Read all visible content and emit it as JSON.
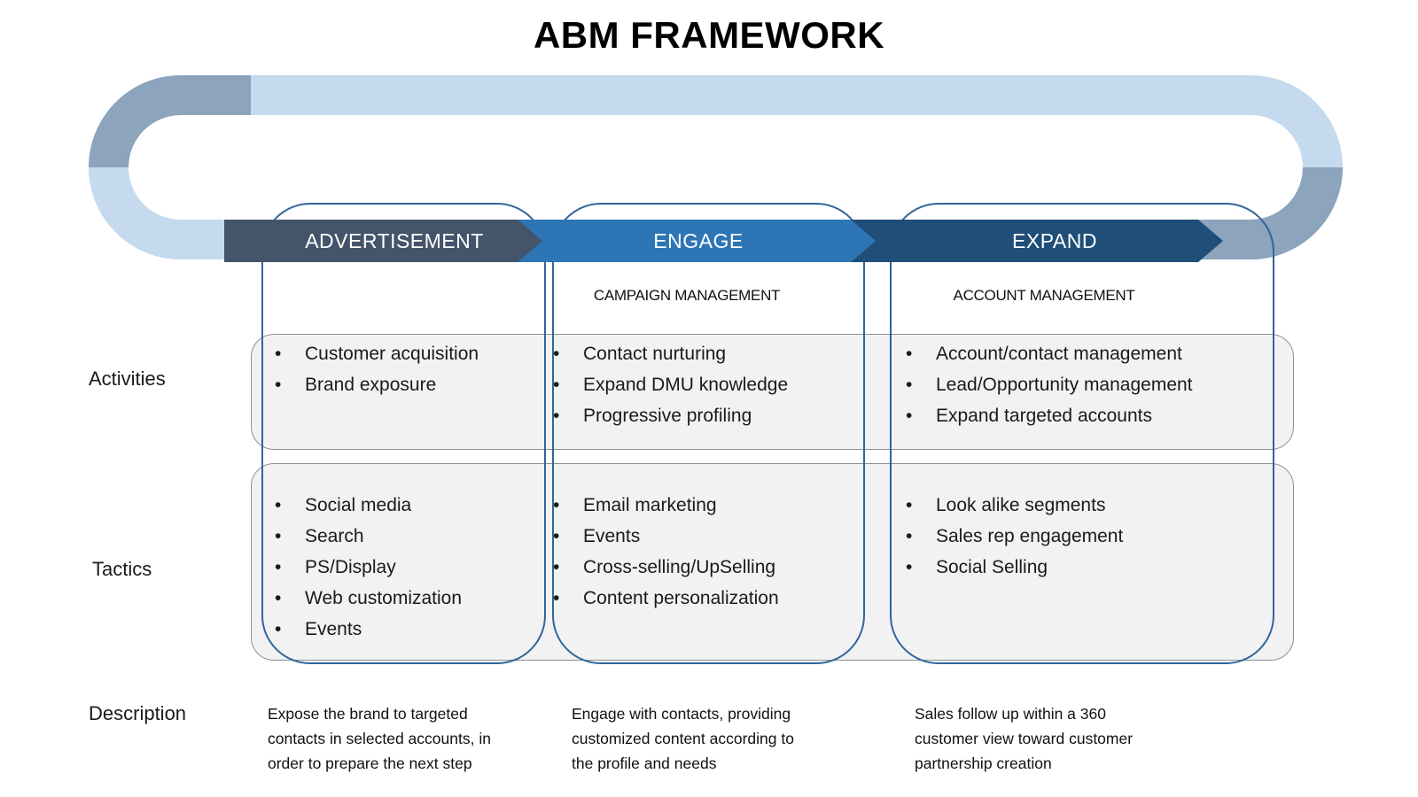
{
  "title": "ABM FRAMEWORK",
  "row_labels": {
    "activities": "Activities",
    "tactics": "Tactics",
    "description": "Description"
  },
  "columns": [
    {
      "banner": "ADVERTISEMENT",
      "activities": [
        "Customer acquisition",
        "Brand exposure"
      ],
      "tactics": [
        "Social media",
        "Search",
        "PS/Display",
        "Web customization",
        "Events"
      ],
      "description": "Expose the brand to targeted contacts in selected accounts, in order to prepare the next step"
    },
    {
      "banner": "ENGAGE",
      "subtitle": "CAMPAIGN MANAGEMENT",
      "activities": [
        "Contact nurturing",
        "Expand DMU knowledge",
        "Progressive profiling"
      ],
      "tactics": [
        "Email marketing",
        "Events",
        "Cross-selling/UpSelling",
        "Content personalization"
      ],
      "description": "Engage with contacts, providing customized content according to the profile and needs"
    },
    {
      "banner": "EXPAND",
      "subtitle": "ACCOUNT MANAGEMENT",
      "activities": [
        "Account/contact management",
        "Lead/Opportunity management",
        "Expand targeted accounts"
      ],
      "tactics": [
        "Look alike segments",
        "Sales rep engagement",
        "Social Selling"
      ],
      "description": "Sales follow up within a 360 customer view toward customer partnership creation"
    }
  ],
  "colors": {
    "banner_advertisement": "#44546A",
    "banner_engage": "#2E75B6",
    "banner_expand": "#1F4E79",
    "loop_band_light": "#C5DAEE",
    "loop_band_dark": "#8CA4BC",
    "column_outline": "#31659B",
    "row_box_fill": "#F2F2F3",
    "row_box_border": "#909090"
  }
}
